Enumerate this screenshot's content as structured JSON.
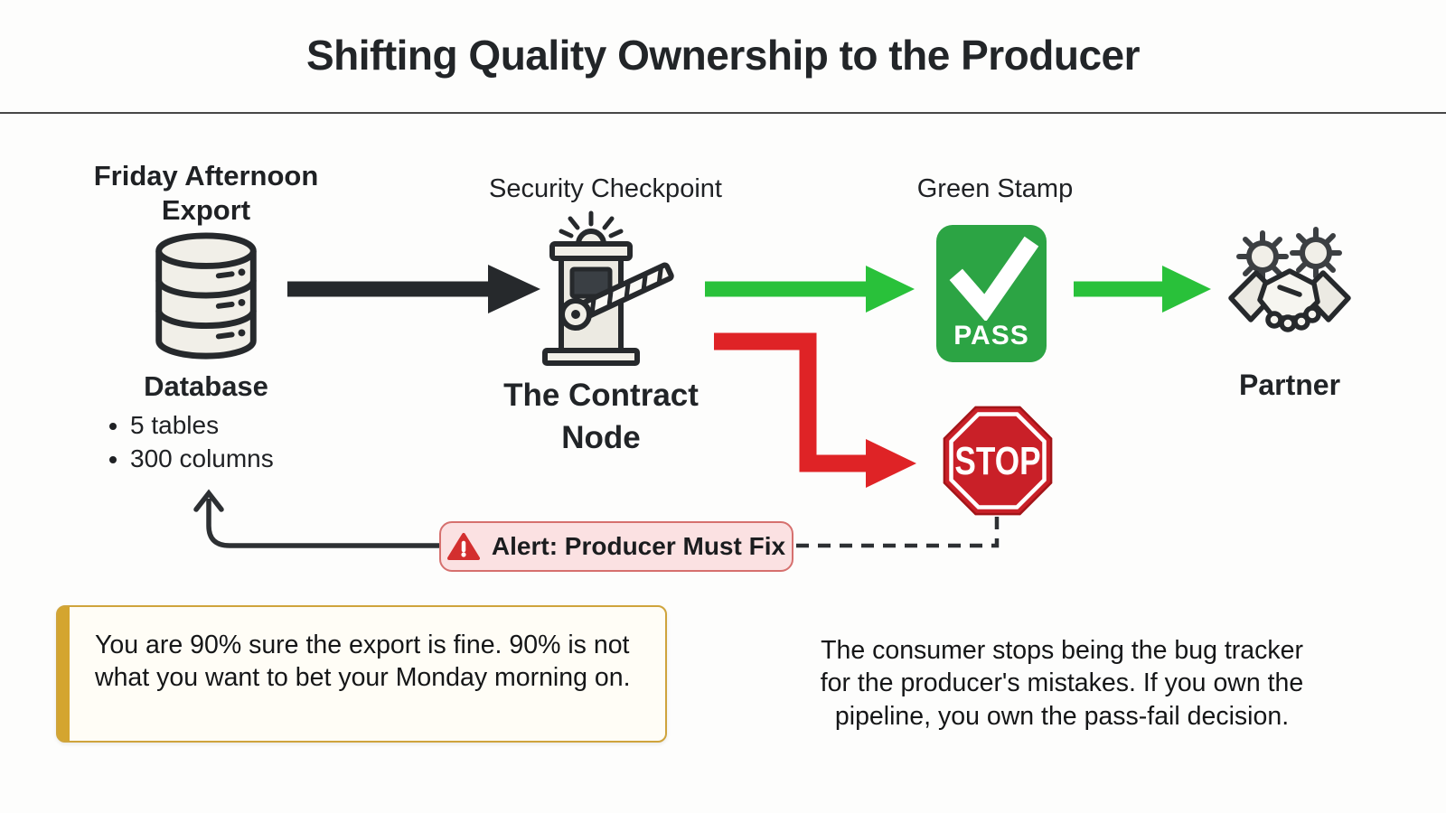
{
  "title": "Shifting Quality Ownership to the Producer",
  "colors": {
    "ink": "#26292c",
    "green": "#29c13a",
    "stamp-green": "#2ca444",
    "red": "#df2326",
    "stop-red": "#c92028",
    "alert-bg": "#fbe1e2",
    "alert-border": "#d6706e",
    "alert-red": "#d32f2f",
    "gold": "#d4a52f",
    "note-bg": "#fffdf6",
    "icon-fill": "#f1efe8",
    "paper": "#fdfdfc"
  },
  "database": {
    "heading": "Friday Afternoon Export",
    "label": "Database",
    "bullets": [
      "5 tables",
      "300 columns"
    ]
  },
  "checkpoint": {
    "heading": "Security Checkpoint",
    "label": "The Contract Node"
  },
  "stamp": {
    "heading": "Green Stamp",
    "pass_label": "PASS"
  },
  "stop": {
    "label": "STOP"
  },
  "partner": {
    "label": "Partner"
  },
  "alert": {
    "label": "Alert: Producer Must Fix"
  },
  "notes": {
    "left": "You are 90% sure the export is fine. 90% is not what you want to bet your Monday morning on.",
    "right": "The consumer stops being the bug tracker for the producer's mistakes. If you own the pipeline, you own the pass-fail decision."
  }
}
